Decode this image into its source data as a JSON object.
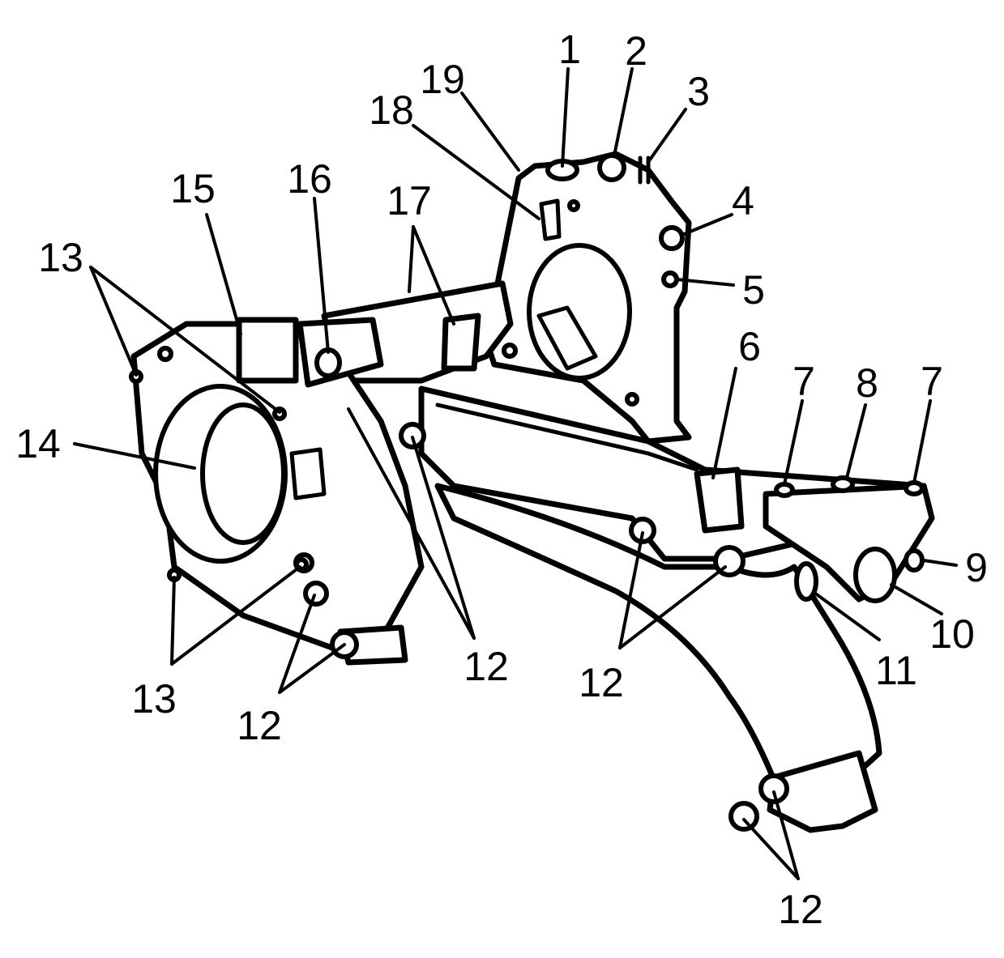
{
  "callouts": {
    "c1": "1",
    "c2": "2",
    "c3": "3",
    "c4": "4",
    "c5": "5",
    "c6": "6",
    "c7a": "7",
    "c8": "8",
    "c7b": "7",
    "c9": "9",
    "c10": "10",
    "c11": "11",
    "c12a": "12",
    "c12b": "12",
    "c12c": "12",
    "c12d": "12",
    "c13a": "13",
    "c13b": "13",
    "c14": "14",
    "c15": "15",
    "c16": "16",
    "c17": "17",
    "c18": "18",
    "c19": "19"
  },
  "colors": {
    "line": "#000000",
    "background": "#ffffff"
  }
}
